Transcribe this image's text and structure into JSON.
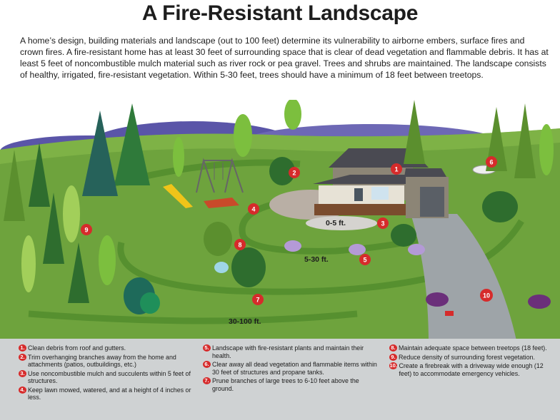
{
  "title": "A Fire-Resistant Landscape",
  "intro": "A home’s design, building materials and landscape (out to 100 feet) determine its vulnerability to airborne embers, surface fires and crown fires. A fire-resistant home has at least 30 feet of surrounding space that is clear of dead vegetation and flammable debris. It has at least 5 feet of noncombustible mulch material such as river rock or pea gravel. Trees and shrubs are maintained. The landscape consists of healthy, irrigated, fire-resistant vegetation. Within 5-30 feet, trees should have a minimum of 18 feet between treetops.",
  "zones": [
    "0-5 ft.",
    "5-30 ft.",
    "30-100 ft."
  ],
  "markers": [
    "1",
    "2",
    "3",
    "4",
    "5",
    "6",
    "7",
    "8",
    "9",
    "10"
  ],
  "colors": {
    "marker": "#d62b2b",
    "grass": "#6ea33d",
    "driveway": "#9ea4a8",
    "sky": "#ffffff",
    "legend_bg": "#cfd2d3"
  },
  "legend": [
    {
      "n": "1.",
      "text": "Clean debris from roof and gutters."
    },
    {
      "n": "2.",
      "text": "Trim overhanging branches away from the home and attachments (patios, outbuildings, etc.)"
    },
    {
      "n": "3.",
      "text": "Use noncombustible mulch and succulents within 5 feet of structures."
    },
    {
      "n": "4.",
      "text": "Keep lawn mowed, watered, and at a height of 4 inches or less."
    },
    {
      "n": "5.",
      "text": "Landscape with fire-resistant plants and maintain their health."
    },
    {
      "n": "6.",
      "text": "Clear away all dead vegetation and flammable items within 30 feet of structures and propane tanks."
    },
    {
      "n": "7.",
      "text": "Prune branches of large trees to 6-10 feet above the ground."
    },
    {
      "n": "8.",
      "text": "Maintain adequate space between treetops (18 feet)."
    },
    {
      "n": "9.",
      "text": "Reduce density of surrounding forest vegetation."
    },
    {
      "n": "10.",
      "text": "Create a firebreak with a driveway wide enough (12 feet) to accommodate emergency vehicles."
    }
  ]
}
